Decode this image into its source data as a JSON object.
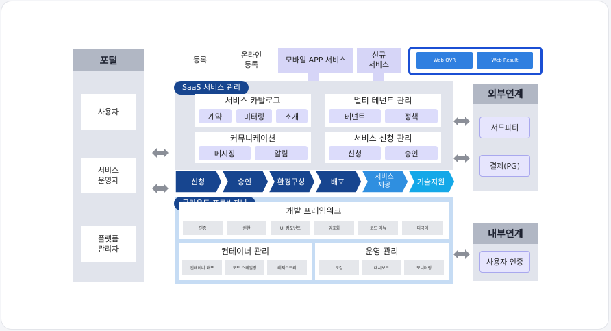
{
  "portal": {
    "title": "포털",
    "roles": [
      "사용자",
      "서비스\n운영자",
      "플랫폼\n관리자"
    ]
  },
  "top_tabs": [
    {
      "label": "등록",
      "style": "white"
    },
    {
      "label": "온라인\n등록",
      "style": "white"
    },
    {
      "label": "모바일 APP 서비스",
      "style": "lavender"
    },
    {
      "label": "신규\n서비스",
      "style": "lavender"
    }
  ],
  "web_buttons": [
    "Web OVR",
    "Web Result"
  ],
  "saas": {
    "pill": "SaaS 서비스 관리",
    "groups": [
      {
        "title": "서비스 카탈로그",
        "items": [
          "계약",
          "미터링",
          "소개"
        ]
      },
      {
        "title": "멀티 테넌트 관리",
        "items": [
          "테넌트",
          "정책"
        ]
      },
      {
        "title": "커뮤니케이션",
        "items": [
          "메시징",
          "알림"
        ]
      },
      {
        "title": "서비스 신청 관리",
        "items": [
          "신청",
          "승인"
        ]
      }
    ]
  },
  "flow": {
    "steps": [
      "신청",
      "승인",
      "환경구성",
      "배포",
      "서비스\n제공",
      "기술지원"
    ],
    "colors": [
      "#17458f",
      "#17458f",
      "#17458f",
      "#17458f",
      "#2f8fe0",
      "#14a8e8"
    ]
  },
  "cloud": {
    "pill": "클라우드 프로비저닝",
    "framework": {
      "title": "개발 프레임워크",
      "items": [
        "인증",
        "권한",
        "UI 컴포넌트",
        "암호화",
        "코드·메뉴",
        "다국어"
      ]
    },
    "container": {
      "title": "컨테이너 관리",
      "items": [
        "컨테이너 배포",
        "오토 스케일링",
        "레지스트리"
      ]
    },
    "ops": {
      "title": "운영 관리",
      "items": [
        "로깅",
        "대시보드",
        "모니터링"
      ]
    }
  },
  "external": {
    "title": "외부연계",
    "items": [
      "서드파티",
      "결제(PG)"
    ]
  },
  "internal": {
    "title": "내부연계",
    "items": [
      "사용자 인증"
    ]
  }
}
